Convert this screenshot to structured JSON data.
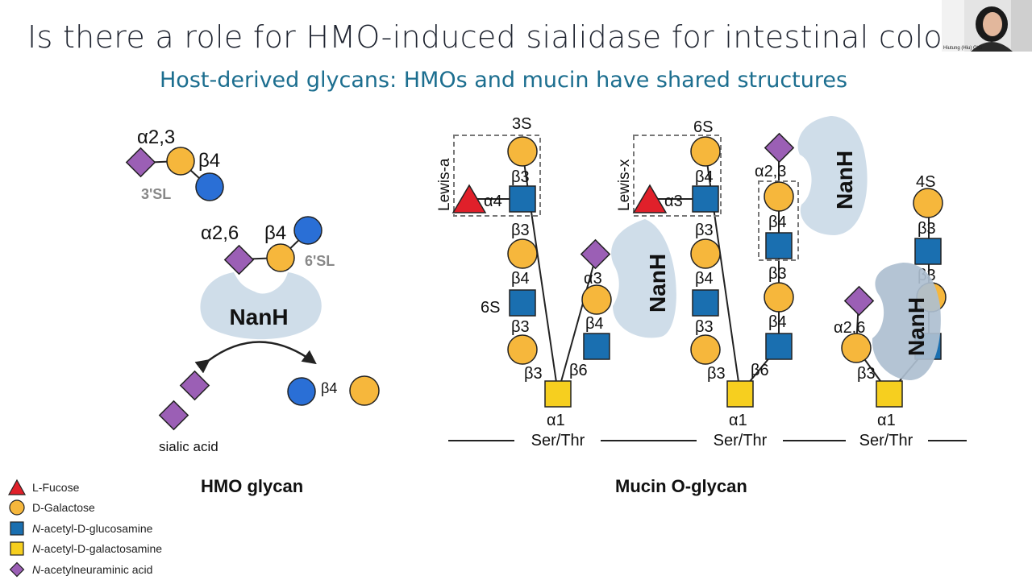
{
  "slide": {
    "title": "Is there a role for HMO-induced sialidase for intestinal colonizat",
    "subtitle": "Host-derived glycans: HMOs and mucin have shared structures"
  },
  "webcam": {
    "participant_name": "Hiutung (Hiu) Chu"
  },
  "hmo": {
    "sl3_alpha": "α2,3",
    "sl3_beta": "β4",
    "sl3_name": "3'SL",
    "sl6_alpha": "α2,6",
    "sl6_beta": "β4",
    "sl6_name": "6'SL",
    "enzyme": "NanH",
    "product_beta": "β4",
    "product_label": "sialic acid",
    "caption": "HMO glycan"
  },
  "mucin": {
    "chain1": {
      "box_label": "Lewis-a",
      "top_mod": "3S",
      "fuc_link": "α4",
      "links": [
        "β3",
        "β3",
        "β4",
        "β3",
        "β3"
      ],
      "mod_6s": "6S",
      "branch_links": [
        "α3",
        "β4"
      ],
      "branch_root": "β6",
      "enzyme": "NanH",
      "root_link": "α1",
      "root_label": "Ser/Thr"
    },
    "chain2": {
      "box_label": "Lewis-x",
      "top_mod": "6S",
      "fuc_link": "α3",
      "links": [
        "β4",
        "β3",
        "β4",
        "β3",
        "β3"
      ],
      "branch_links": [
        "α2,3",
        "β4",
        "β3",
        "β4"
      ],
      "branch_root": "β6",
      "enzyme": "NanH",
      "root_link": "α1",
      "root_label": "Ser/Thr"
    },
    "chain3": {
      "top_mod": "4S",
      "links": [
        "β3",
        "β3"
      ],
      "sia_link": "α2,6",
      "root_beta": "β3",
      "enzyme": "NanH",
      "root_link": "α1",
      "root_label": "Ser/Thr"
    },
    "caption": "Mucin O-glycan"
  },
  "legend": [
    {
      "shape": "triangle",
      "color": "#e0202a",
      "prefix": "",
      "text": "L-Fucose"
    },
    {
      "shape": "circle",
      "color": "#f6b73c",
      "prefix": "",
      "text": "D-Galactose"
    },
    {
      "shape": "square",
      "color": "#1a6fb0",
      "prefix": "N",
      "text": "-acetyl-D-glucosamine"
    },
    {
      "shape": "square",
      "color": "#f6cf1f",
      "prefix": "N",
      "text": "-acetyl-D-galactosamine"
    },
    {
      "shape": "diamond",
      "color": "#9b5fb5",
      "prefix": "N",
      "text": "-acetylneuraminic acid"
    }
  ],
  "colors": {
    "fucose": "#e0202a",
    "galactose": "#f6b73c",
    "glcnac": "#1a6fb0",
    "galnac": "#f6cf1f",
    "sialic": "#9b5fb5",
    "glcnac_hmo": "#2a6fd6",
    "nanh_fill": "#cfdde9",
    "subtitle": "#1c6e8f"
  }
}
